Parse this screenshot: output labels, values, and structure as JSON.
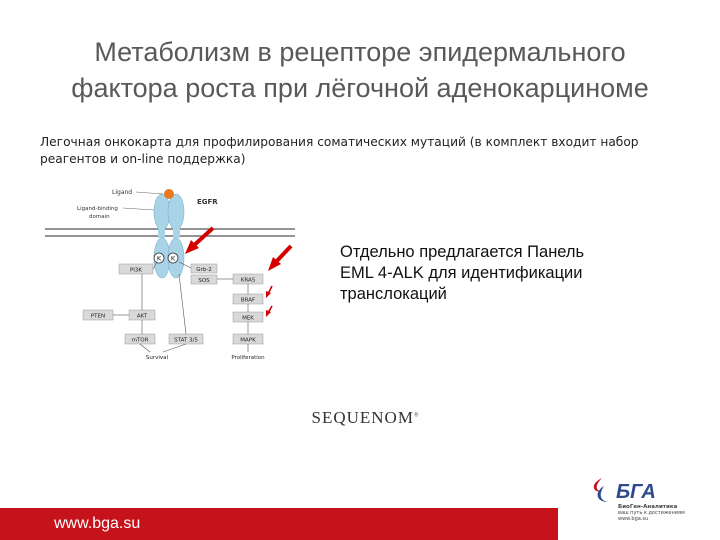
{
  "slide": {
    "title_line1": "Метаболизм в рецепторе эпидермального",
    "title_line2": "фактора роста при лёгочной аденокарциноме",
    "subtitle_line1": "Легочная онкокарта для профилирования соматических мутаций (в комплект входит набор",
    "subtitle_line2": "реагентов и on-line поддержка)",
    "panel_line1": "Отдельно предлагается Панель",
    "panel_line2": "EML 4-ALK для идентификации",
    "panel_line3": "транслокаций"
  },
  "diagram": {
    "ligand": "Ligand",
    "ligand_binding_domain_line1": "Ligand-binding",
    "ligand_binding_domain_line2": "domain",
    "egfr": "EGFR",
    "kinase_left": "K",
    "kinase_right": "K",
    "pi3k": "PI3K",
    "grb2": "Grb-2",
    "sos": "SOS",
    "kras": "KRAS",
    "braf": "BRAF",
    "pten": "PTEN",
    "akt": "AKT",
    "mek": "MEK",
    "mtor": "mTOR",
    "stat": "STAT 3/5",
    "mapk": "MAPK",
    "survival": "Survival",
    "proliferation": "Proliferation"
  },
  "brand": {
    "sequenom": "SEQUENOM",
    "sequenom_mark": "®",
    "logo_text": "БГА",
    "logo_company": "БиоГен-Аналитика",
    "logo_tagline": "ваш путь к достижениям",
    "logo_site": "www.bga.su"
  },
  "footer": {
    "url": "www.bga.su"
  },
  "colors": {
    "accent_red": "#c5121b",
    "membrane_blue": "#a9d3e6",
    "ligand_orange": "#e87722",
    "box_gray": "#d9d9d9",
    "logo_blue": "#2c4a8c"
  }
}
